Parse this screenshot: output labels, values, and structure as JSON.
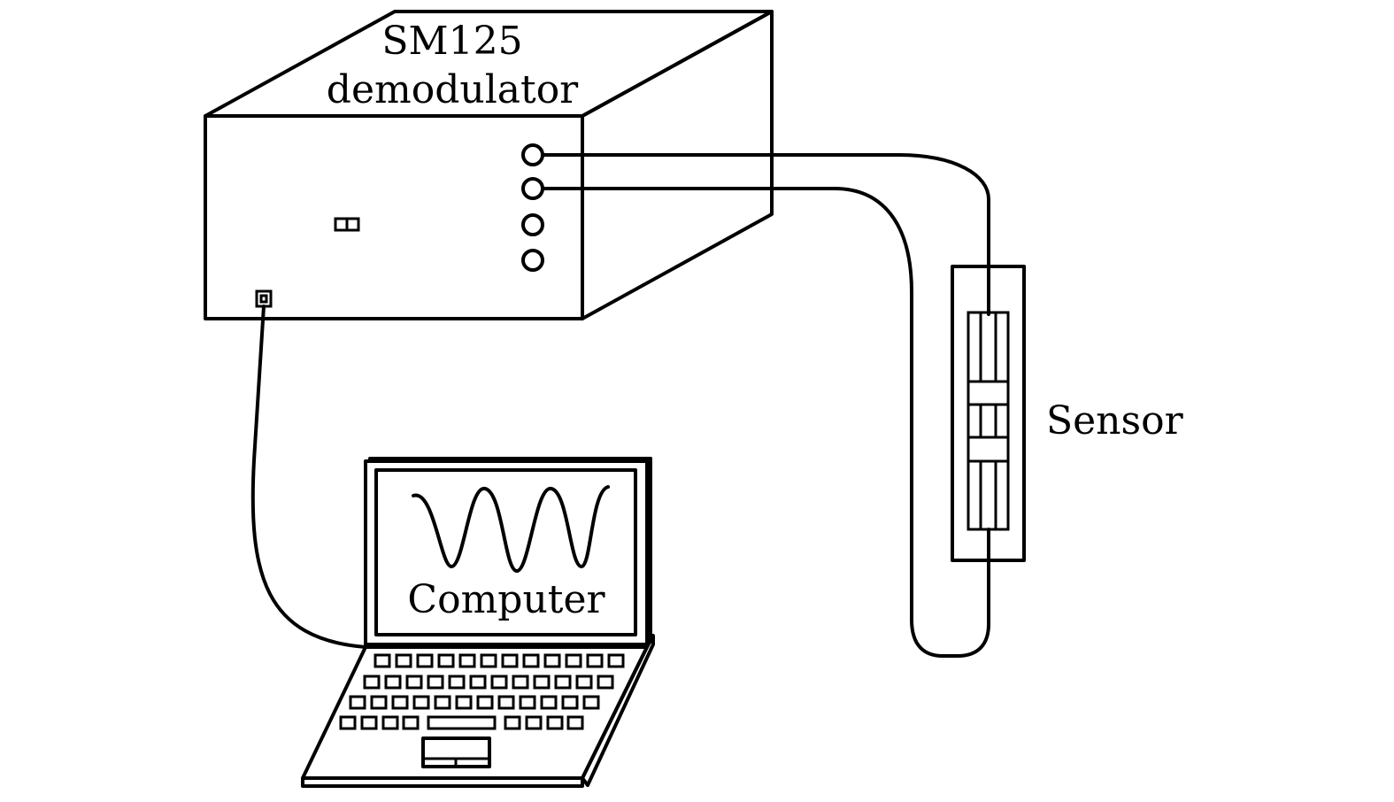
{
  "demodulator": {
    "line1": "SM125",
    "line2": "demodulator"
  },
  "sensor": {
    "label": "Sensor"
  },
  "computer": {
    "label": "Computer"
  }
}
